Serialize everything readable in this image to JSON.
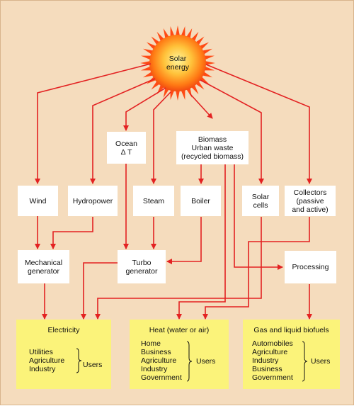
{
  "sun": {
    "line1": "Solar",
    "line2": "energy"
  },
  "sources": {
    "ocean": {
      "line1": "Ocean",
      "line2": "Δ T"
    },
    "biomass": {
      "line1": "Biomass",
      "line2": "Urban waste",
      "line3": "(recycled biomass)"
    },
    "wind": "Wind",
    "hydropower": "Hydropower",
    "steam": "Steam",
    "boiler": "Boiler",
    "solar_cells": {
      "line1": "Solar",
      "line2": "cells"
    },
    "collectors": {
      "line1": "Collectors",
      "line2": "(passive",
      "line3": "and active)"
    }
  },
  "converters": {
    "mechanical": {
      "line1": "Mechanical",
      "line2": "generator"
    },
    "turbo": {
      "line1": "Turbo",
      "line2": "generator"
    },
    "processing": "Processing"
  },
  "outputs": {
    "electricity": {
      "title": "Electricity",
      "items": [
        "Utilities",
        "Agriculture",
        "Industry"
      ],
      "users": "Users"
    },
    "heat": {
      "title": "Heat (water or air)",
      "items": [
        "Home",
        "Business",
        "Agriculture",
        "Industry",
        "Government"
      ],
      "users": "Users"
    },
    "fuels": {
      "title": "Gas and liquid biofuels",
      "items": [
        "Automobiles",
        "Agriculture",
        "Industry",
        "Business",
        "Government"
      ],
      "users": "Users"
    }
  },
  "colors": {
    "arrow": "#e32222",
    "background": "#f5dcbd",
    "output_box": "#fbf37a",
    "box": "#ffffff"
  }
}
